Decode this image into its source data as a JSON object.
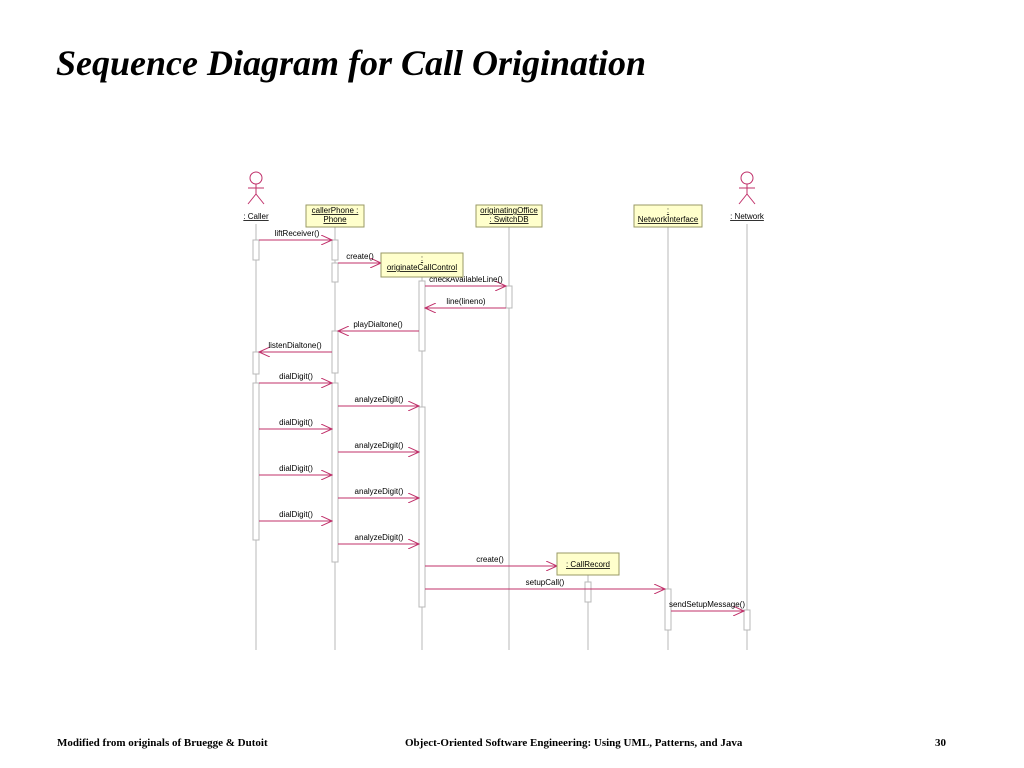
{
  "slide": {
    "title": "Sequence Diagram for Call Origination",
    "footer_left": "Modified from originals of Bruegge & Dutoit",
    "footer_center": "Object-Oriented Software Engineering: Using UML, Patterns, and Java",
    "page_number": "30"
  },
  "diagram": {
    "box_fill": "#ffffcc",
    "box_stroke": "#999966",
    "message_color": "#c0306a",
    "lifeline_color": "#b8b8b8",
    "participants": [
      {
        "id": "caller",
        "kind": "actor",
        "label": [
          ": Caller"
        ]
      },
      {
        "id": "phone",
        "kind": "object",
        "label": [
          "callerPhone :",
          "Phone"
        ]
      },
      {
        "id": "control",
        "kind": "object",
        "label": [
          ":",
          "originateCallControl"
        ]
      },
      {
        "id": "switchdb",
        "kind": "object",
        "label": [
          "originatingOffice",
          ": SwitchDB"
        ]
      },
      {
        "id": "netif",
        "kind": "object",
        "label": [
          ":",
          "NetworkInterface"
        ]
      },
      {
        "id": "network",
        "kind": "actor",
        "label": [
          ": Network"
        ]
      },
      {
        "id": "callrecord",
        "kind": "object",
        "label": [
          ": CallRecord"
        ]
      }
    ],
    "messages": [
      {
        "from": "caller",
        "to": "phone",
        "label": "liftReceiver()",
        "kind": "call"
      },
      {
        "from": "phone",
        "to": "control",
        "label": "create()",
        "kind": "create"
      },
      {
        "from": "control",
        "to": "switchdb",
        "label": "checkAvailableLine()",
        "kind": "call"
      },
      {
        "from": "switchdb",
        "to": "control",
        "label": "line(lineno)",
        "kind": "return"
      },
      {
        "from": "control",
        "to": "phone",
        "label": "playDialtone()",
        "kind": "call"
      },
      {
        "from": "phone",
        "to": "caller",
        "label": "listenDialtone()",
        "kind": "call"
      },
      {
        "from": "caller",
        "to": "phone",
        "label": "dialDigit()",
        "kind": "call"
      },
      {
        "from": "phone",
        "to": "control",
        "label": "analyzeDigit()",
        "kind": "call"
      },
      {
        "from": "caller",
        "to": "phone",
        "label": "dialDigit()",
        "kind": "call"
      },
      {
        "from": "phone",
        "to": "control",
        "label": "analyzeDigit()",
        "kind": "call"
      },
      {
        "from": "caller",
        "to": "phone",
        "label": "dialDigit()",
        "kind": "call"
      },
      {
        "from": "phone",
        "to": "control",
        "label": "analyzeDigit()",
        "kind": "call"
      },
      {
        "from": "caller",
        "to": "phone",
        "label": "dialDigit()",
        "kind": "call"
      },
      {
        "from": "phone",
        "to": "control",
        "label": "analyzeDigit()",
        "kind": "call"
      },
      {
        "from": "control",
        "to": "callrecord",
        "label": "create()",
        "kind": "create"
      },
      {
        "from": "control",
        "to": "netif",
        "label": "setupCall()",
        "kind": "call"
      },
      {
        "from": "netif",
        "to": "network",
        "label": "sendSetupMessage()",
        "kind": "call"
      }
    ]
  }
}
